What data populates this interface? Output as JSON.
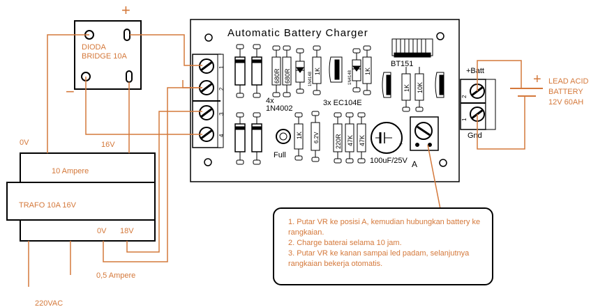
{
  "board": {
    "title": "Automatic Battery Charger",
    "diodes_label_qty": "4x",
    "diodes_label_part": "1N4002",
    "zener_label": "3x EC104E",
    "scr_label": "BT151",
    "led_label": "Full",
    "cap_label": "100uF/25V",
    "vr_label": "A",
    "batt_plus": "+Batt",
    "batt_gnd": "Gnd",
    "resistors": {
      "r680a": "680R",
      "r680b": "680R",
      "r1k_top": "1K",
      "r1k_mid": "1K",
      "r1k_bt1": "1K",
      "r10k": "10K",
      "r1k_led": "1K",
      "z62": "6.2V",
      "r220": "220R",
      "r47a": "47K",
      "r47b": "47K"
    },
    "diode_small": "1N4148",
    "diode_small2": "1N4148",
    "terminal_left": [
      "1",
      "2",
      "3",
      "4"
    ],
    "terminal_right": [
      "2",
      "1"
    ]
  },
  "bridge": {
    "line1": "DIODA",
    "line2": "BRIDGE 10A",
    "plus": "+",
    "minus": "−"
  },
  "trafo": {
    "top_label": "10 Ampere",
    "main_label": "TRAFO 10A 16V",
    "in_0v": "0V",
    "in_16v": "16V",
    "out_0v": "0V",
    "out_18v": "18V",
    "out_current": "0,5 Ampere",
    "mains": "220VAC"
  },
  "battery": {
    "plus": "+",
    "line1": "LEAD ACID",
    "line2": "BATTERY",
    "line3": "12V 60AH"
  },
  "notes": [
    "1. Putar VR ke posisi A, kemudian hubungkan battery ke rangkaian.",
    "2. Charge baterai selama 10 jam.",
    "3. Putar VR ke kanan sampai led padam, selanjutnya rangkaian bekerja otomatis."
  ],
  "colors": {
    "wire": "#d4783a",
    "board_outline": "#000000",
    "component": "#000000"
  }
}
